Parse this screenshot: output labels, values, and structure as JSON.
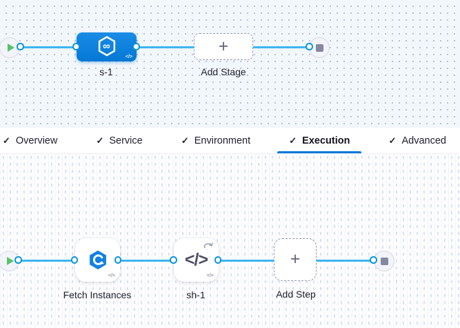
{
  "icons": {
    "check": "✓",
    "plus": "+",
    "infinity": "∞",
    "code": "</>"
  },
  "colors": {
    "accent_blue": "#0278d5",
    "connector_blue": "#3db5f1",
    "stage_blue": "#0b82dd",
    "play_green": "#58c16c",
    "stop_gray": "#8688a0"
  },
  "pipeline_graph": {
    "stage": {
      "name": "s-1"
    },
    "add_stage_label": "Add Stage"
  },
  "tabs": [
    {
      "label": "Overview",
      "checked": true,
      "active": false
    },
    {
      "label": "Service",
      "checked": true,
      "active": false
    },
    {
      "label": "Environment",
      "checked": true,
      "active": false
    },
    {
      "label": "Execution",
      "checked": true,
      "active": true
    },
    {
      "label": "Advanced",
      "checked": true,
      "active": false
    }
  ],
  "execution_graph": {
    "steps": [
      {
        "name": "Fetch Instances"
      },
      {
        "name": "sh-1"
      }
    ],
    "add_step_label": "Add Step"
  }
}
